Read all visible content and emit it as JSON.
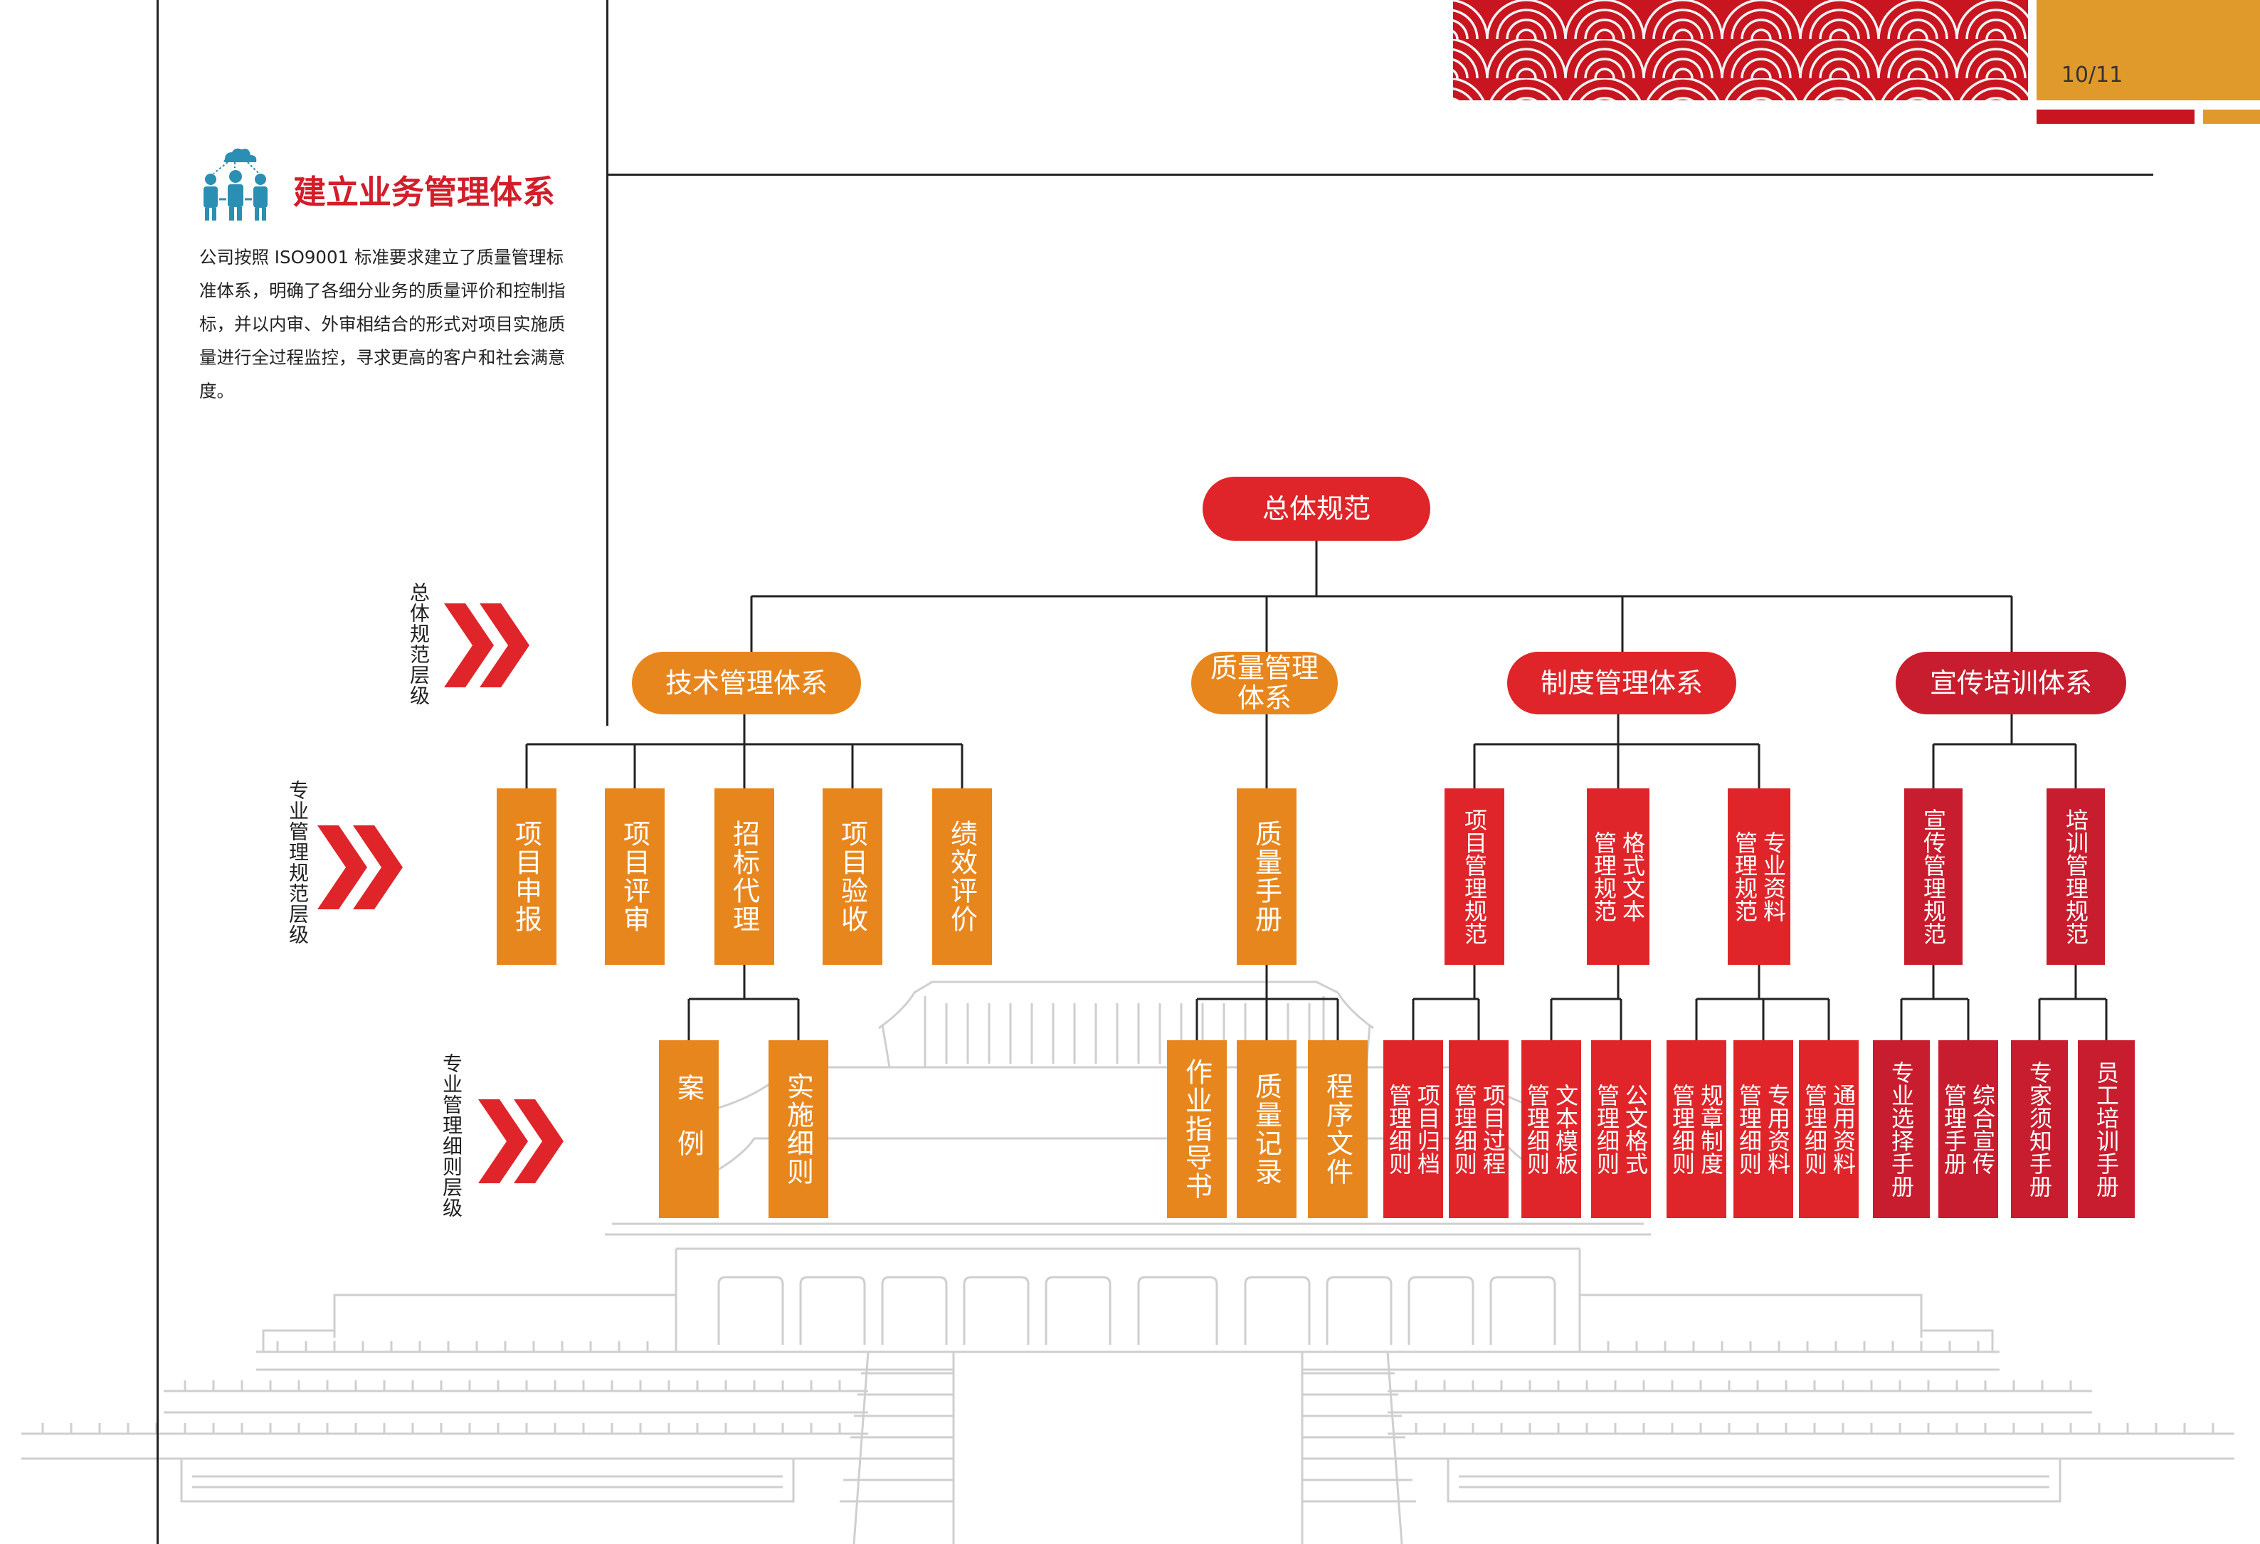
{
  "page": {
    "number": "10/11"
  },
  "heading": {
    "title": "建立业务管理体系",
    "icon": "team-cloud-icon"
  },
  "intro": "公司按照 ISO9001 标准要求建立了质量管理标准体系，明确了各细分业务的质量评价和控制指标，并以内审、外审相结合的形式对项目实施质量进行全过程监控，寻求更高的客户和社会满意度。",
  "levels": {
    "l1": "总体规范层级",
    "l2": "专业管理规范层级",
    "l3": "专业管理细则层级"
  },
  "colors": {
    "orange": "#e8861e",
    "red": "#e0252a",
    "deep_red": "#c81d2e",
    "gold": "#e09a2c"
  },
  "root": {
    "label": "总体规范"
  },
  "systems": [
    {
      "label": "技术管理体系",
      "norms": [
        {
          "cols": [
            "项目申报"
          ]
        },
        {
          "cols": [
            "项目评审"
          ]
        },
        {
          "cols": [
            "招标代理"
          ],
          "details": [
            {
              "cols": [
                "案例"
              ]
            },
            {
              "cols": [
                "实施细则"
              ]
            }
          ]
        },
        {
          "cols": [
            "项目验收"
          ]
        },
        {
          "cols": [
            "绩效评价"
          ]
        }
      ]
    },
    {
      "label": "质量管理体系",
      "norms": [
        {
          "cols": [
            "质量手册"
          ],
          "details": [
            {
              "cols": [
                "作业指导书"
              ]
            },
            {
              "cols": [
                "质量记录"
              ]
            },
            {
              "cols": [
                "程序文件"
              ]
            }
          ]
        }
      ]
    },
    {
      "label": "制度管理体系",
      "norms": [
        {
          "cols": [
            "项目管理规范"
          ],
          "details": [
            {
              "cols": [
                "项目归档",
                "管理细则"
              ]
            },
            {
              "cols": [
                "项目过程",
                "管理细则"
              ]
            }
          ]
        },
        {
          "cols": [
            "格式文本",
            "管理规范"
          ],
          "details": [
            {
              "cols": [
                "文本模板",
                "管理细则"
              ]
            },
            {
              "cols": [
                "公文格式",
                "管理细则"
              ]
            }
          ]
        },
        {
          "cols": [
            "专业资料",
            "管理规范"
          ],
          "details": [
            {
              "cols": [
                "规章制度",
                "管理细则"
              ]
            },
            {
              "cols": [
                "专用资料",
                "管理细则"
              ]
            },
            {
              "cols": [
                "通用资料",
                "管理细则"
              ]
            }
          ]
        }
      ]
    },
    {
      "label": "宣传培训体系",
      "norms": [
        {
          "cols": [
            "宣传管理规范"
          ],
          "details": [
            {
              "cols": [
                "专业选择手册"
              ]
            },
            {
              "cols": [
                "综合宣传",
                "管理手册"
              ]
            }
          ]
        },
        {
          "cols": [
            "培训管理规范"
          ],
          "details": [
            {
              "cols": [
                "专家须知手册"
              ]
            },
            {
              "cols": [
                "员工培训手册"
              ]
            }
          ]
        }
      ]
    }
  ]
}
